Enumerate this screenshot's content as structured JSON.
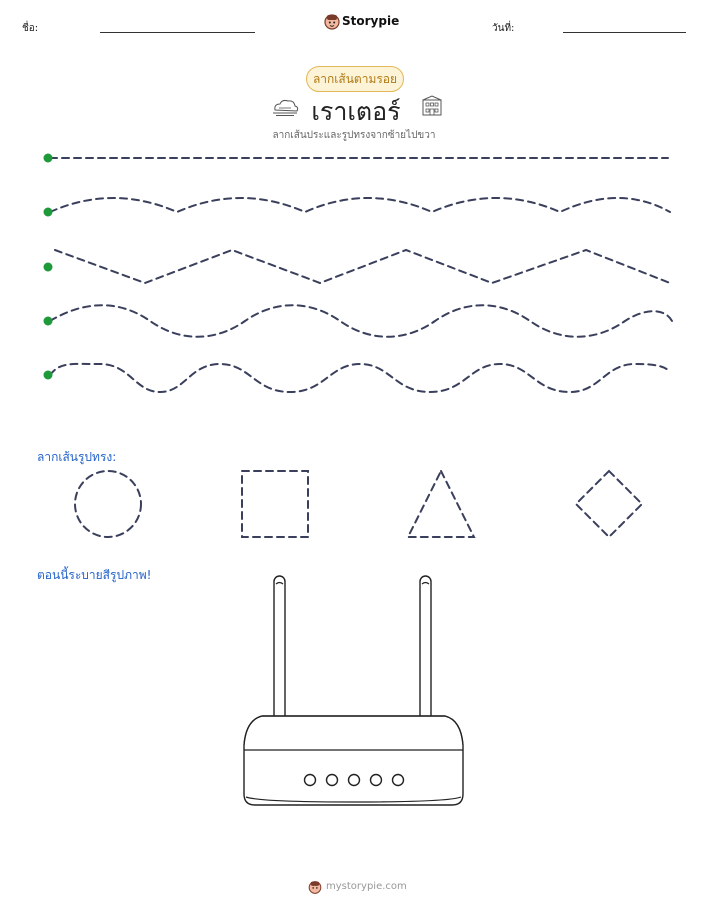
{
  "header": {
    "name_label": "ชื่อ:",
    "date_label": "วันที่:",
    "brand": "Storypie"
  },
  "worksheet": {
    "badge": "ลากเส้นตามรอย",
    "title": "เราเตอร์",
    "subtitle": "ลากเส้นประและรูปทรงจากซ้ายไปขวา"
  },
  "shapes_section": {
    "heading": "ลากเส้นรูปทรง:",
    "shapes": [
      "circle",
      "square",
      "triangle",
      "diamond"
    ]
  },
  "coloring_section": {
    "heading": "ตอนนี้ระบายสีรูปภาพ!",
    "picture": "router-icon",
    "router_leds": 5
  },
  "footer": {
    "site": "mystorypie.com"
  },
  "colors": {
    "trace_stroke": "#3a3f5c",
    "start_dot": "#1f9a3a",
    "section_heading": "#2563c9",
    "badge_border": "#e3b75a",
    "badge_fill": "#fdf3d6"
  },
  "icons": [
    "logo-icon",
    "cloud-decor-icon",
    "building-decor-icon",
    "start-dot-icon"
  ]
}
